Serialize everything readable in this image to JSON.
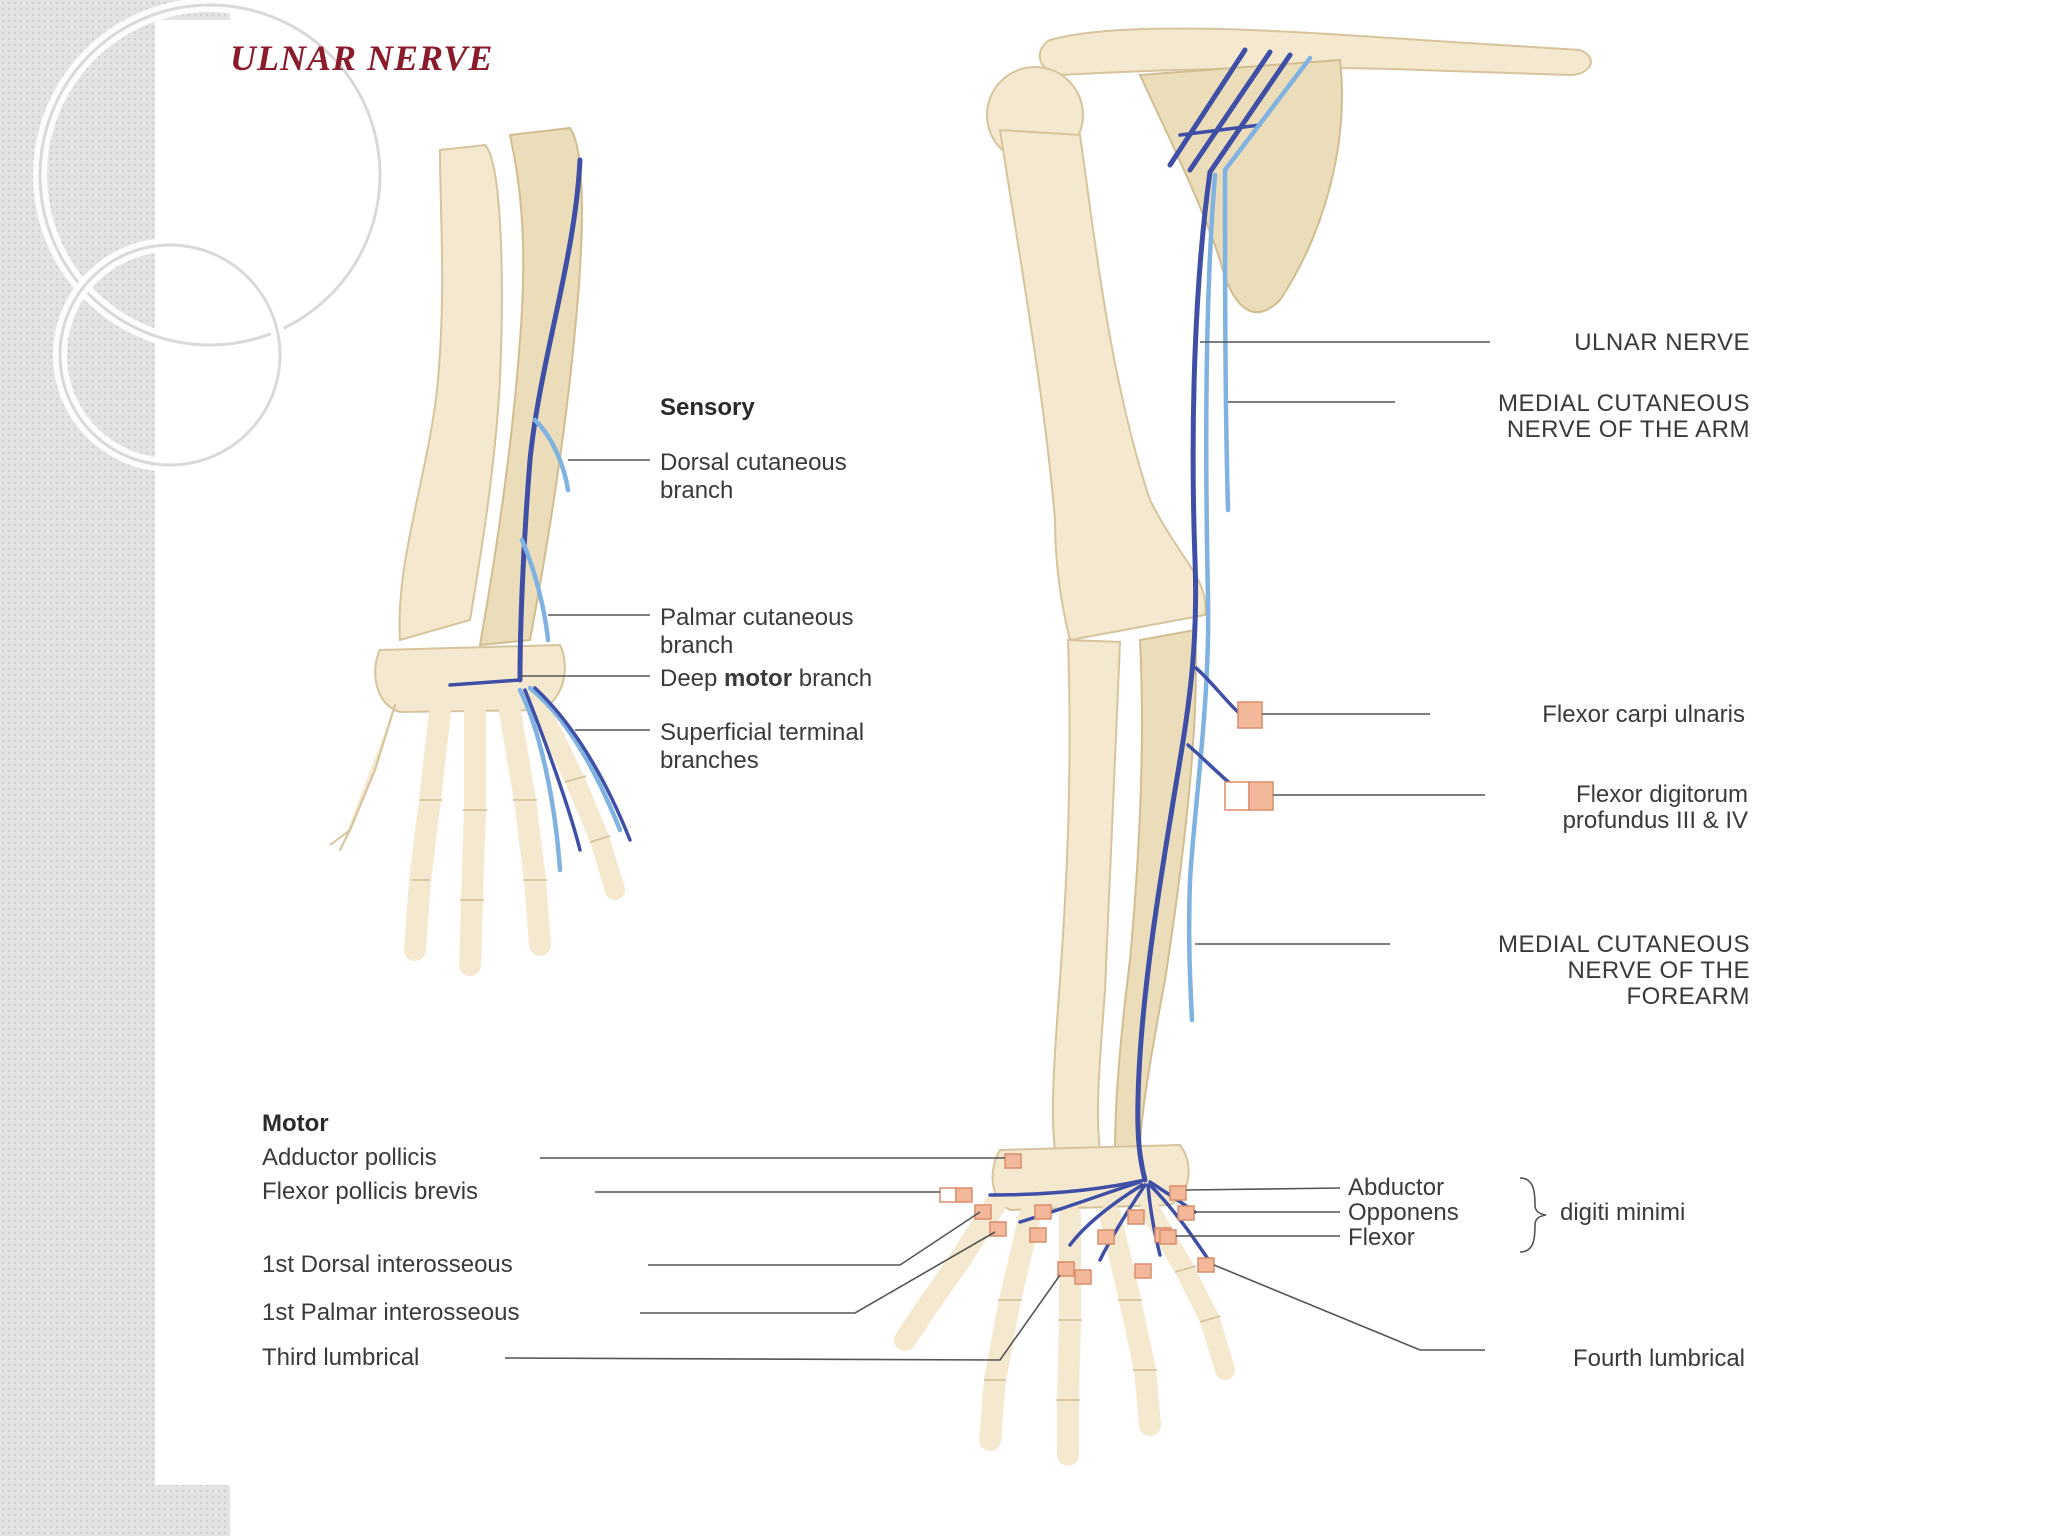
{
  "title": "ULNAR NERVE",
  "sensory": {
    "heading": "Sensory",
    "dorsal": [
      "Dorsal cutaneous",
      "branch"
    ],
    "palmar": [
      "Palmar cutaneous",
      "branch"
    ],
    "deep_prefix": "Deep ",
    "deep_bold": "motor",
    "deep_suffix": " branch",
    "superficial": [
      "Superficial terminal",
      "branches"
    ]
  },
  "right_labels": {
    "ulnar_nerve": "ULNAR NERVE",
    "medial_arm": [
      "MEDIAL CUTANEOUS",
      "NERVE OF THE ARM"
    ],
    "fcu": "Flexor carpi ulnaris",
    "fdp": [
      "Flexor digitorum",
      "profundus III & IV"
    ],
    "medial_forearm": [
      "MEDIAL CUTANEOUS",
      "NERVE OF THE",
      "FOREARM"
    ]
  },
  "motor": {
    "heading": "Motor",
    "items": [
      "Adductor pollicis",
      "Flexor pollicis brevis",
      "1st Dorsal interosseous",
      "1st Palmar interosseous",
      "Third lumbrical"
    ]
  },
  "hypothenar": {
    "items": [
      "Abductor",
      "Opponens",
      "Flexor"
    ],
    "group": "digiti minimi",
    "fourth": "Fourth lumbrical"
  },
  "colors": {
    "ulnar_nerve": "#3f4fa6",
    "cutaneous_nerve": "#7fb2e0",
    "muscle_marker": "#f3b89a",
    "bone": "#f4e9cf",
    "title": "#8b1a2b"
  }
}
